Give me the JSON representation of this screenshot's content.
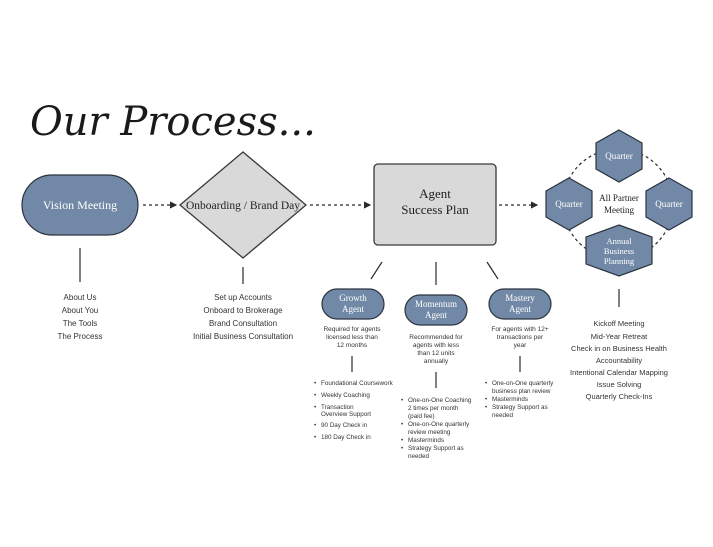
{
  "title": "Our Process...",
  "colors": {
    "node_blue": "#7189a6",
    "node_gray": "#d9d9d9",
    "line": "#2b2b2b"
  },
  "steps": {
    "vision": {
      "label": "Vision Meeting",
      "items": [
        "About Us",
        "About You",
        "The Tools",
        "The Process"
      ]
    },
    "onboarding": {
      "label": "Onboarding / Brand Day",
      "items": [
        "Set up Accounts",
        "Onboard to Brokerage",
        "Brand Consultation",
        "Initial Business Consultation"
      ]
    },
    "plan": {
      "label_line1": "Agent",
      "label_line2": "Success Plan"
    }
  },
  "agents": [
    {
      "label_line1": "Growth",
      "label_line2": "Agent",
      "desc": [
        "Required for agents",
        "licensed less than",
        "12 months"
      ],
      "bullets": [
        [
          "Foundational Coursework"
        ],
        [
          "Weekly Coaching"
        ],
        [
          "Transaction",
          "Overview Support"
        ],
        [
          "90 Day Check in"
        ],
        [
          "180 Day Check in"
        ]
      ]
    },
    {
      "label_line1": "Momentum",
      "label_line2": "Agent",
      "desc": [
        "Recommended for",
        "agents with less",
        "than 12 units",
        "annually"
      ],
      "bullets": [
        [
          "One-on-One Coaching",
          "2 times per month",
          "(paid fee)"
        ],
        [
          "One-on-One quarterly",
          "review meeting"
        ],
        [
          "Masterminds"
        ],
        [
          "Strategy Support as",
          "needed"
        ]
      ]
    },
    {
      "label_line1": "Mastery",
      "label_line2": "Agent",
      "desc": [
        "For agents with 12+",
        "transactions per",
        "year"
      ],
      "bullets": [
        [
          "One-on-One quarterly",
          "business plan review"
        ],
        [
          "Masterminds"
        ],
        [
          "Strategy Support as",
          "needed"
        ]
      ]
    }
  ],
  "partner": {
    "center_line1": "All Partner",
    "center_line2": "Meeting",
    "quarter": "Quarter",
    "annual": [
      "Annual",
      "Business",
      "Planning"
    ],
    "items": [
      "Kickoff Meeting",
      "Mid-Year Retreat",
      "Check in on Business Health",
      "Accountability",
      "Intentional Calendar Mapping",
      "Issue Solving",
      "Quarterly Check-Ins"
    ]
  }
}
